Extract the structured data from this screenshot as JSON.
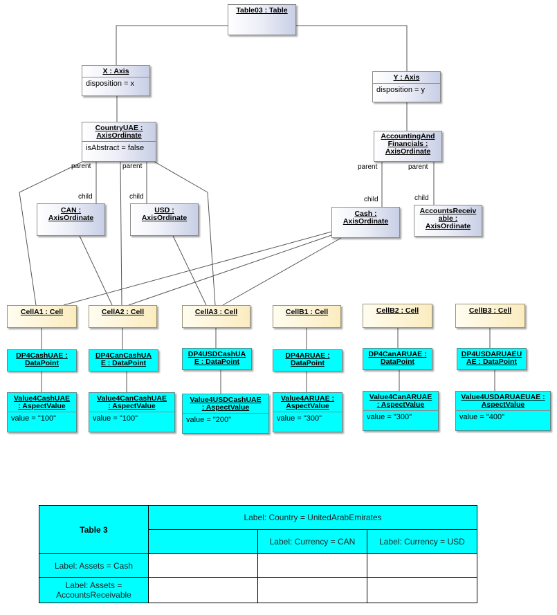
{
  "nodes": {
    "table03": {
      "title": "Table03 : Table"
    },
    "x_axis": {
      "title": "X : Axis",
      "attr": "disposition = x"
    },
    "y_axis": {
      "title": "Y : Axis",
      "attr": "disposition = y"
    },
    "country_uae": {
      "title_line1": "CountryUAE :",
      "title_line2": "AxisOrdinate",
      "attr": "isAbstract = false"
    },
    "can": {
      "title_line1": "CAN :",
      "title_line2": "AxisOrdinate"
    },
    "usd": {
      "title_line1": "USD :",
      "title_line2": "AxisOrdinate"
    },
    "accounting": {
      "title_line1": "AccountingAnd",
      "title_line2": "Financials :",
      "title_line3": "AxisOrdinate"
    },
    "cash": {
      "title_line1": "Cash :",
      "title_line2": "AxisOrdinate"
    },
    "receivable": {
      "title_line1": "AccountsReceiv",
      "title_line2": "able :",
      "title_line3": "AxisOrdinate"
    },
    "cells": [
      {
        "title": "CellA1 : Cell"
      },
      {
        "title": "CellA2 : Cell"
      },
      {
        "title": "CellA3 : Cell"
      },
      {
        "title": "CellB1 : Cell"
      },
      {
        "title": "CellB2 : Cell"
      },
      {
        "title": "CellB3 : Cell"
      }
    ],
    "datapoints": [
      {
        "line1": "DP4CashUAE :",
        "line2": "DataPoint"
      },
      {
        "line1": "DP4CanCashUA",
        "line2": "E : DataPoint"
      },
      {
        "line1": "DP4USDCashUA",
        "line2": "E : DataPoint"
      },
      {
        "line1": "DP4ARUAE :",
        "line2": "DataPoint"
      },
      {
        "line1": "DP4CanARUAE :",
        "line2": "DataPoint"
      },
      {
        "line1": "DP4USDARUAEU",
        "line2": "AE : DataPoint"
      }
    ],
    "values": [
      {
        "line1": "Value4CashUAE",
        "line2": ": AspectValue",
        "attr": "value = \"100\""
      },
      {
        "line1": "Value4CanCashUAE",
        "line2": ": AspectValue",
        "attr": "value = \"100\""
      },
      {
        "line1": "Value4USDCashUAE",
        "line2": ": AspectValue",
        "attr": "value = \"200\""
      },
      {
        "line1": "Value4ARUAE :",
        "line2": "AspectValue",
        "attr": "value = \"300\""
      },
      {
        "line1": "Value4CanARUAE",
        "line2": ": AspectValue",
        "attr": "value = \"300\""
      },
      {
        "line1": "Value4USDARUAEUAE :",
        "line2": "AspectValue",
        "attr": "value = \"400\""
      }
    ]
  },
  "edge_labels": {
    "parent": "parent",
    "child": "child"
  },
  "table3": {
    "corner": "Table 3",
    "country_header": "Label: Country = UnitedArabEmirates",
    "currency_can": "Label: Currency = CAN",
    "currency_usd": "Label: Currency = USD",
    "row1": "Label: Assets = Cash",
    "row2_line1": "Label: Assets =",
    "row2_line2": "AccountsReceivable"
  }
}
